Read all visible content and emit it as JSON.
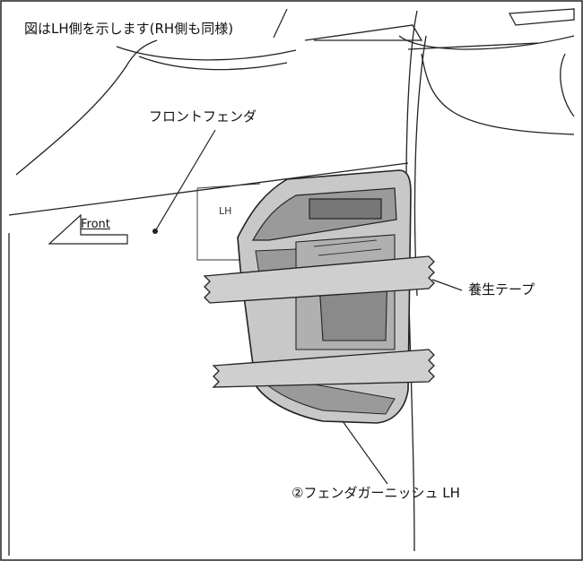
{
  "labels": {
    "note": "図はLH側を示します(RH側も同様)",
    "front_fender": "フロントフェンダ",
    "front_arrow": "Front",
    "side_marker": "LH",
    "curing_tape": "養生テープ",
    "fender_garnish": "②フェンダガーニッシュ LH"
  },
  "colors": {
    "ink": "#222222",
    "garnish_fill": "#c8c8c8",
    "garnish_dark": "#9a9a9a",
    "tape_fill": "#cfcfcf"
  }
}
